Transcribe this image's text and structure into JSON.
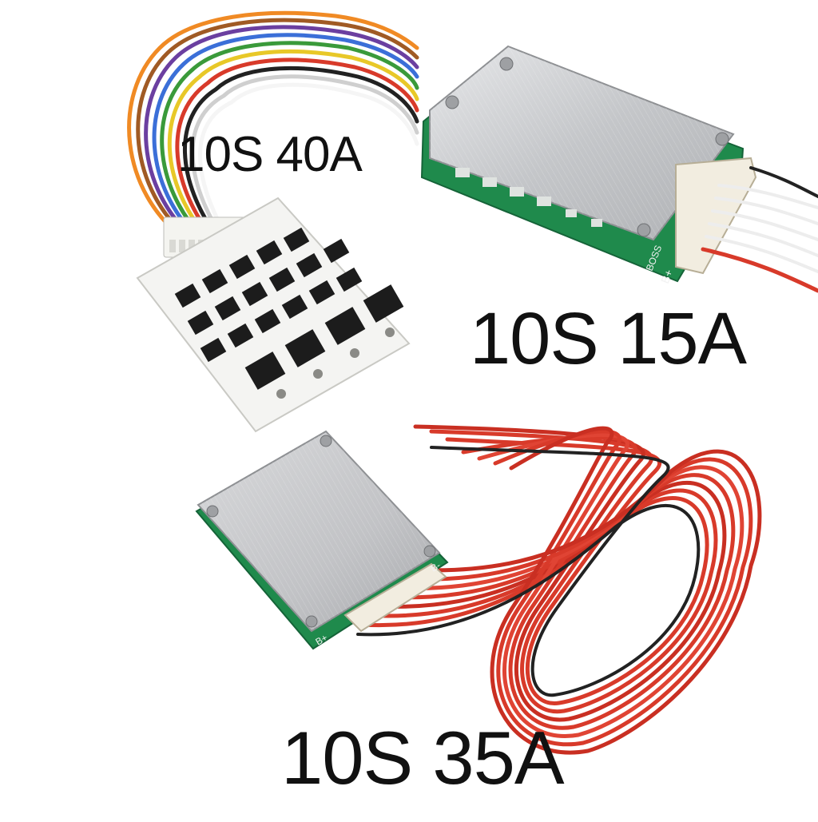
{
  "products": [
    {
      "label": "10S 40A"
    },
    {
      "label": "10S 15A",
      "board_marks": [
        "B+",
        "BOSS"
      ]
    },
    {
      "label": "10S 35A",
      "board_marks": [
        "B+",
        "B-"
      ]
    }
  ],
  "colors": {
    "background": "#ffffff",
    "pcb_white": "#f4f4f2",
    "pcb_green": "#1f8a4c",
    "aluminium": "#c9cacc",
    "wire_red": "#d83a2a",
    "wire_black": "#222222",
    "mosfet": "#1c1c1c"
  }
}
